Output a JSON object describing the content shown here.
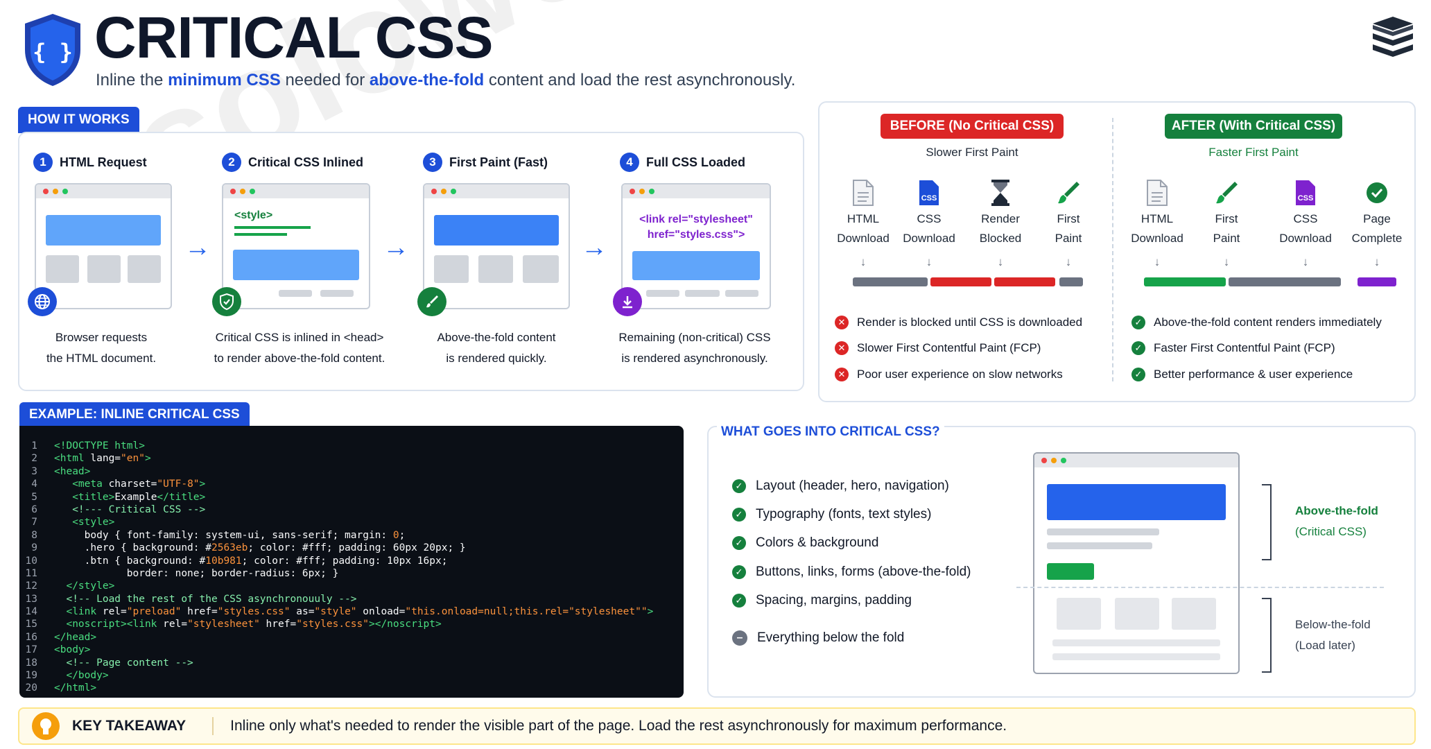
{
  "header": {
    "title": "CRITICAL CSS",
    "subtitle_pre": "Inline the ",
    "subtitle_hl1": "minimum CSS",
    "subtitle_mid": " needed for ",
    "subtitle_hl2": "above-the-fold",
    "subtitle_post": " content and load the rest asynchronously.",
    "shield_glyph": "{ }"
  },
  "how": {
    "tag": "HOW IT WORKS",
    "steps": [
      {
        "num": "1",
        "title": "HTML Request",
        "desc1": "Browser requests",
        "desc2": "the HTML document."
      },
      {
        "num": "2",
        "title": "Critical CSS Inlined",
        "browser_text": "<style>",
        "desc1": "Critical CSS is inlined in <head>",
        "desc2": "to render above-the-fold content."
      },
      {
        "num": "3",
        "title": "First Paint (Fast)",
        "desc1": "Above-the-fold content",
        "desc2": "is rendered quickly."
      },
      {
        "num": "4",
        "title": "Full CSS Loaded",
        "browser_text1": "<link rel=\"stylesheet\"",
        "browser_text2": "href=\"styles.css\">",
        "desc1": "Remaining (non-critical) CSS",
        "desc2": "is rendered asynchronously."
      }
    ],
    "arrow": "→"
  },
  "compare": {
    "before": {
      "label": "BEFORE (No Critical CSS)",
      "sub": "Slower First Paint",
      "icons": [
        {
          "l1": "HTML",
          "l2": "Download",
          "icon": "file-icon"
        },
        {
          "l1": "CSS",
          "l2": "Download",
          "icon": "css-file-icon"
        },
        {
          "l1": "Render",
          "l2": "Blocked",
          "icon": "hourglass-icon"
        },
        {
          "l1": "First",
          "l2": "Paint",
          "icon": "brush-icon"
        }
      ],
      "items": [
        "Render is blocked until CSS is downloaded",
        "Slower First Contentful Paint (FCP)",
        "Poor user experience on slow networks"
      ],
      "color": "#dc2626"
    },
    "after": {
      "label": "AFTER (With Critical CSS)",
      "sub": "Faster First Paint",
      "icons": [
        {
          "l1": "HTML",
          "l2": "Download",
          "icon": "file-icon"
        },
        {
          "l1": "First",
          "l2": "Paint",
          "icon": "brush-icon"
        },
        {
          "l1": "CSS",
          "l2": "Download",
          "icon": "css-file-icon"
        },
        {
          "l1": "Page",
          "l2": "Complete",
          "icon": "check-circle-icon"
        }
      ],
      "items": [
        "Above-the-fold content renders immediately",
        "Faster First Contentful Paint (FCP)",
        "Better performance & user experience"
      ],
      "color": "#15803d"
    },
    "arrow_down": "↓",
    "css_badge": "CSS",
    "x_glyph": "✕",
    "check_glyph": "✓"
  },
  "example": {
    "tag": "EXAMPLE: INLINE CRITICAL CSS",
    "lines": [
      {
        "n": "1",
        "parts": [
          {
            "c": "g",
            "t": "<!DOCTYPE html>"
          }
        ]
      },
      {
        "n": "2",
        "parts": [
          {
            "c": "g",
            "t": "<html "
          },
          {
            "c": "t",
            "t": "lang="
          },
          {
            "c": "o",
            "t": "\"en\""
          },
          {
            "c": "g",
            "t": ">"
          }
        ]
      },
      {
        "n": "3",
        "parts": [
          {
            "c": "g",
            "t": "<head>"
          }
        ]
      },
      {
        "n": "4",
        "parts": [
          {
            "c": "g",
            "t": "   <meta "
          },
          {
            "c": "t",
            "t": "charset="
          },
          {
            "c": "o",
            "t": "\"UTF-8\""
          },
          {
            "c": "g",
            "t": ">"
          }
        ]
      },
      {
        "n": "5",
        "parts": [
          {
            "c": "g",
            "t": "   <title>"
          },
          {
            "c": "t",
            "t": "Example"
          },
          {
            "c": "g",
            "t": "</title>"
          }
        ]
      },
      {
        "n": "6",
        "parts": [
          {
            "c": "c",
            "t": "   <!--- Critical CSS -->"
          }
        ]
      },
      {
        "n": "7",
        "parts": [
          {
            "c": "g",
            "t": "   <style>"
          }
        ]
      },
      {
        "n": "8",
        "parts": [
          {
            "c": "t",
            "t": "     body { font-family: system-ui, sans-serif; margin: "
          },
          {
            "c": "o",
            "t": "0"
          },
          {
            "c": "t",
            "t": ";"
          }
        ]
      },
      {
        "n": "9",
        "parts": [
          {
            "c": "t",
            "t": "     .hero { background: #"
          },
          {
            "c": "o",
            "t": "2563eb"
          },
          {
            "c": "t",
            "t": "; color: #fff; padding: 60px 20px; }"
          }
        ]
      },
      {
        "n": "10",
        "parts": [
          {
            "c": "t",
            "t": "     .btn { background: #"
          },
          {
            "c": "o",
            "t": "10b981"
          },
          {
            "c": "t",
            "t": "; color: #fff; padding: 10px 16px;"
          }
        ]
      },
      {
        "n": "11",
        "parts": [
          {
            "c": "t",
            "t": "            border: none; border-radius: 6px; }"
          }
        ]
      },
      {
        "n": "12",
        "parts": [
          {
            "c": "g",
            "t": "  </style>"
          }
        ]
      },
      {
        "n": "13",
        "parts": [
          {
            "c": "c",
            "t": "  <!-- Load the rest of the CSS asynchronouuly -->"
          }
        ]
      },
      {
        "n": "14",
        "parts": [
          {
            "c": "g",
            "t": "  <link "
          },
          {
            "c": "t",
            "t": "rel="
          },
          {
            "c": "o",
            "t": "\"preload\""
          },
          {
            "c": "t",
            "t": " href="
          },
          {
            "c": "o",
            "t": "\"styles.css\""
          },
          {
            "c": "t",
            "t": " as="
          },
          {
            "c": "o",
            "t": "\"style\""
          },
          {
            "c": "t",
            "t": " onload="
          },
          {
            "c": "o",
            "t": "\"this.onload=null;this.rel=\"stylesheet\"\""
          },
          {
            "c": "g",
            "t": ">"
          }
        ]
      },
      {
        "n": "15",
        "parts": [
          {
            "c": "g",
            "t": "  <noscript><link "
          },
          {
            "c": "t",
            "t": "rel="
          },
          {
            "c": "o",
            "t": "\"stylesheet\""
          },
          {
            "c": "t",
            "t": " href="
          },
          {
            "c": "o",
            "t": "\"styles.css\""
          },
          {
            "c": "g",
            "t": "></noscript>"
          }
        ]
      },
      {
        "n": "16",
        "parts": [
          {
            "c": "g",
            "t": "</head>"
          }
        ]
      },
      {
        "n": "17",
        "parts": [
          {
            "c": "g",
            "t": "<body>"
          }
        ]
      },
      {
        "n": "18",
        "parts": [
          {
            "c": "c",
            "t": "  <!-- Page content -->"
          }
        ]
      },
      {
        "n": "19",
        "parts": [
          {
            "c": "g",
            "t": "  </body>"
          }
        ]
      },
      {
        "n": "20",
        "parts": [
          {
            "c": "g",
            "t": "</html>"
          }
        ]
      }
    ]
  },
  "what": {
    "title": "WHAT GOES INTO CRITICAL CSS?",
    "items": [
      "Layout (header, hero, navigation)",
      "Typography (fonts, text styles)",
      "Colors & background",
      "Buttons, links, forms (above-the-fold)",
      "Spacing, margins, padding"
    ],
    "excluded": "Everything below the fold",
    "above_l1": "Above-the-fold",
    "above_l2": "(Critical CSS)",
    "below_l1": "Below-the-fold",
    "below_l2": "(Load later)",
    "check_glyph": "✓",
    "minus_glyph": "–"
  },
  "takeaway": {
    "label": "KEY TAKEAWAY",
    "text": "Inline only what's needed to render the visible part of the page. Load the rest asynchronously for maximum performance."
  },
  "watermark": "solowebstack.com",
  "colors": {
    "accent": "#1d4ed8",
    "red": "#dc2626",
    "green": "#15803d",
    "purple": "#7e22ce",
    "gray": "#6b7280"
  }
}
